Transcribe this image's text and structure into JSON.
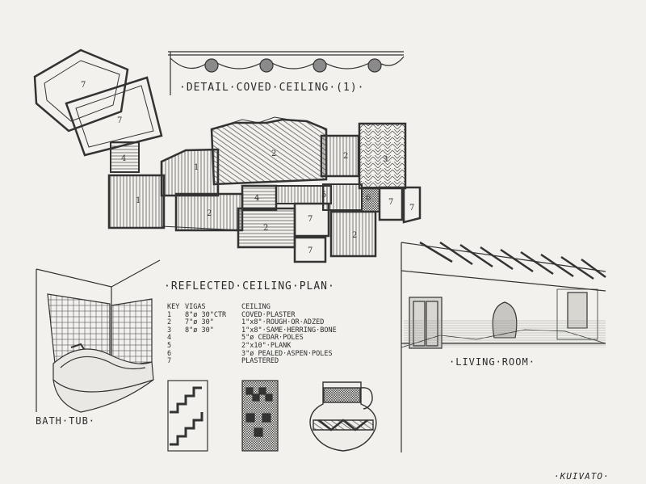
{
  "titles": {
    "detail": "·DETAIL·COVED·CEILING·(1)·",
    "plan": "·REFLECTED·CEILING·PLAN·",
    "living": "·LIVING·ROOM·",
    "bath": "BATH·TUB·",
    "signature": "·KUIVATO·"
  },
  "key": {
    "header": [
      "KEY",
      "VIGAS",
      "CEILING"
    ],
    "rows": [
      [
        "1",
        "8\"ø 30\"CTR",
        "COVED·PLASTER"
      ],
      [
        "2",
        "7\"ø 30\"",
        "1\"x8\"·ROUGH·OR·ADZED"
      ],
      [
        "3",
        "8\"ø 30\"",
        "1\"x8\"·SAME·HERRING·BONE"
      ],
      [
        "4",
        "",
        "5\"ø CEDAR·POLES"
      ],
      [
        "5",
        "",
        "2\"x10\"·PLANK"
      ],
      [
        "6",
        "",
        "3\"ø PEALED·ASPEN·POLES"
      ],
      [
        "7",
        "",
        "PLASTERED"
      ]
    ]
  },
  "room_numbers": {
    "r7a": "7",
    "r7b": "7",
    "r4a": "4",
    "r1a": "1",
    "r1b": "1",
    "r2a": "2",
    "r2b": "2",
    "r3": "3",
    "r2c": "2",
    "r4b": "4",
    "r5": "5",
    "r6": "6",
    "r7c": "7",
    "r7d": "7",
    "r2d": "2",
    "r7e": "7",
    "r7f": "7",
    "r2e": "2"
  }
}
